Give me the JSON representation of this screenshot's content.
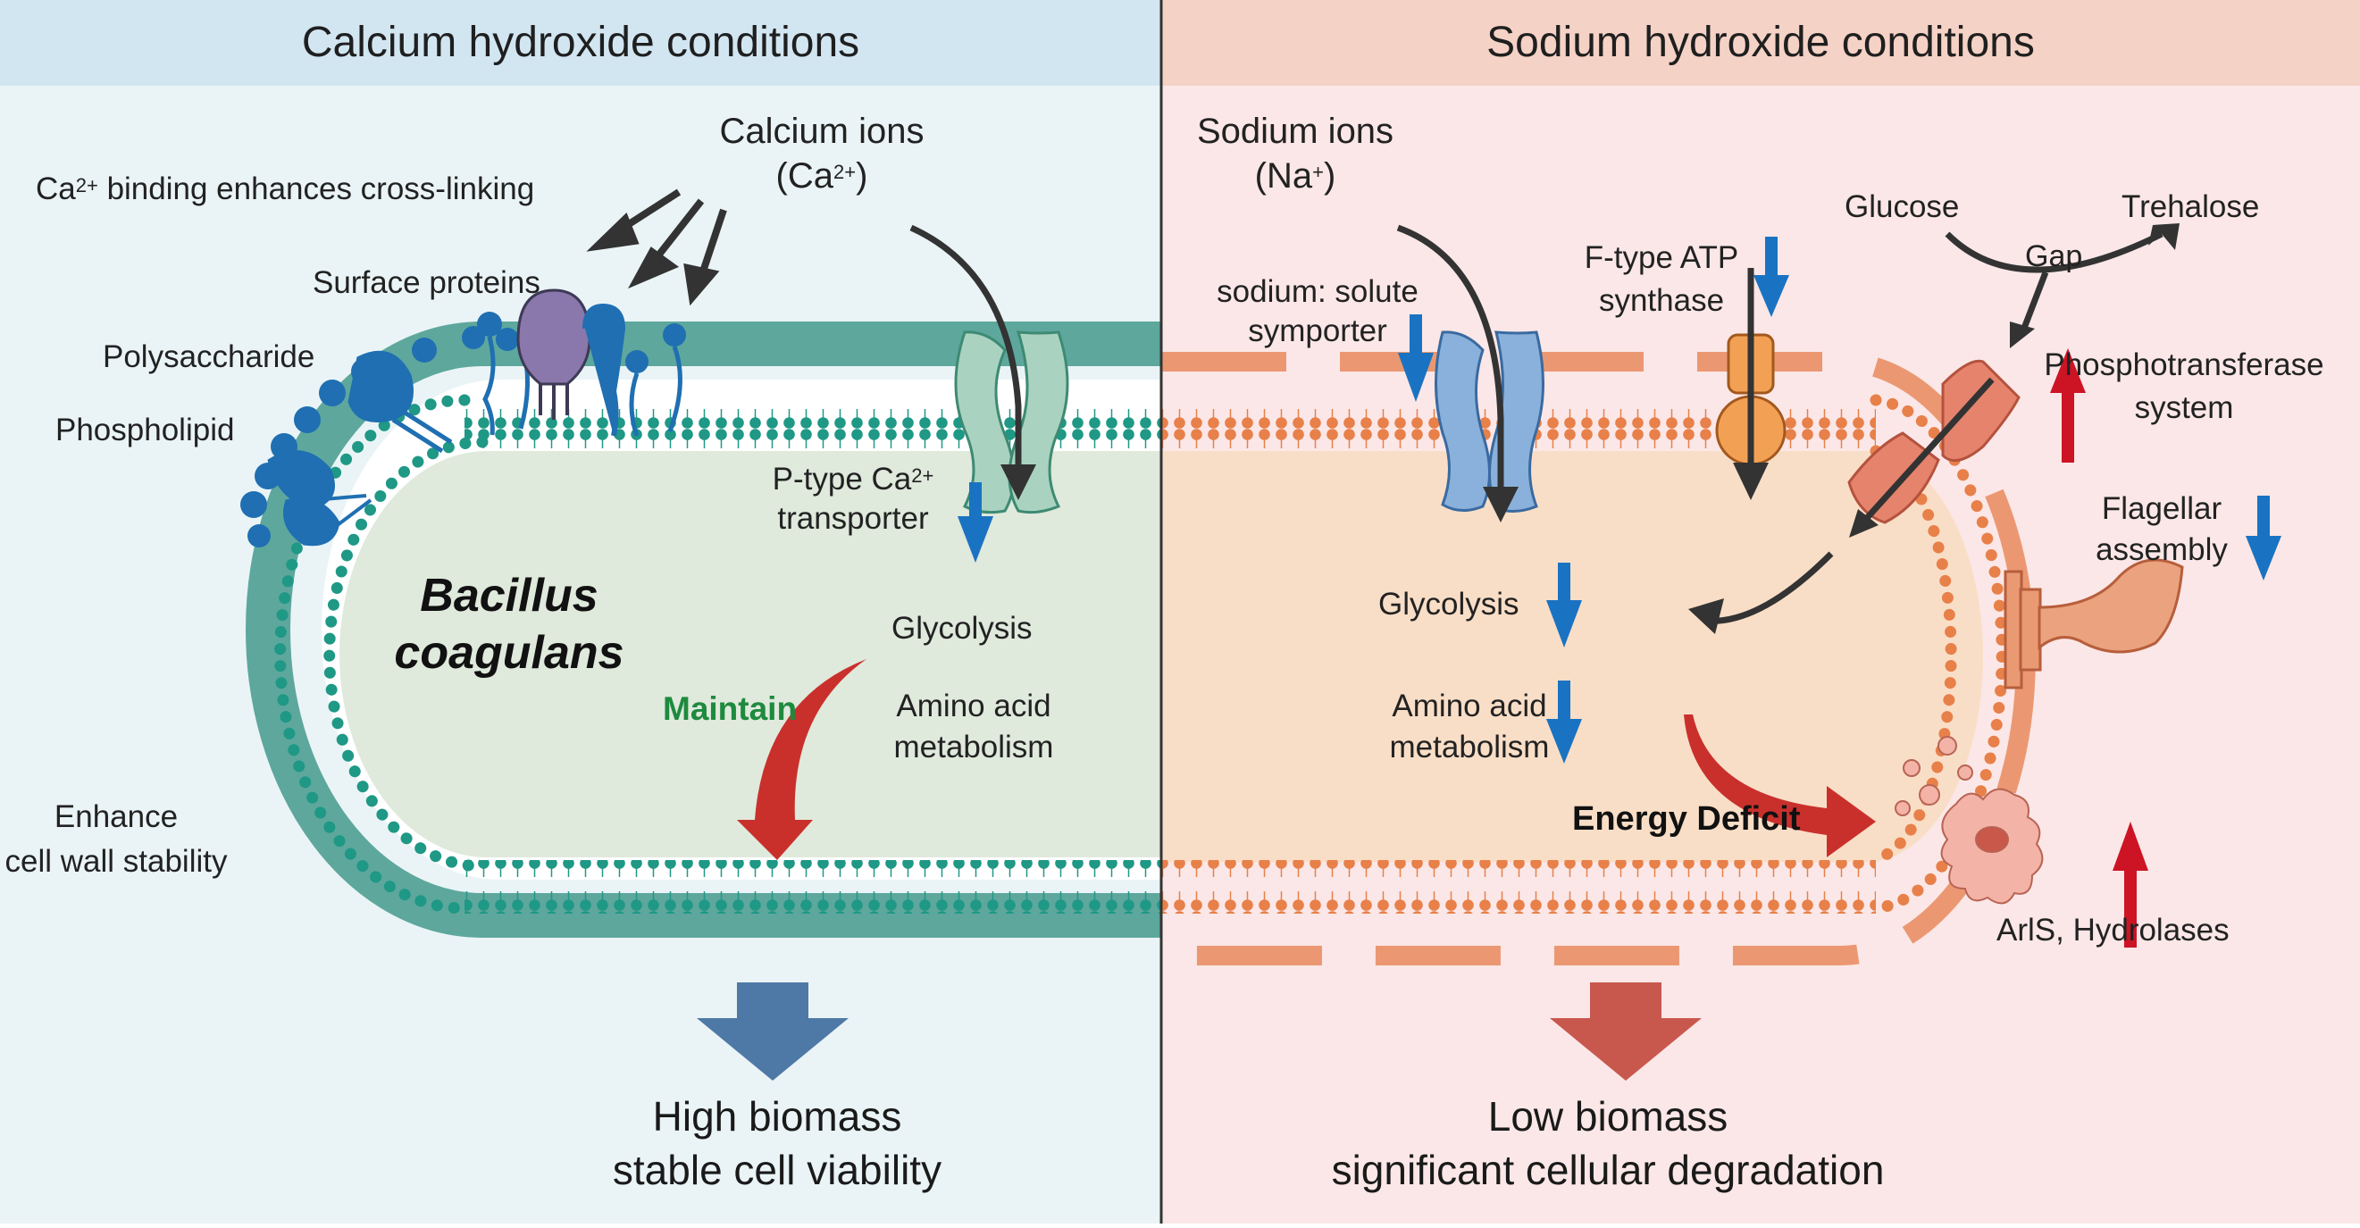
{
  "colors": {
    "left_header_bg": "#d2e6f2",
    "left_panel_bg": "#eaf4f6",
    "right_header_bg": "#f5d2c6",
    "right_panel_bg": "#fbe7e7",
    "teal_wall": "#5ea79d",
    "teal_bead": "#1f9886",
    "orange_membrane": "#e88a55",
    "blue_protein": "#1f6fb2",
    "purple_protein": "#8a77ac",
    "down_arrow_blue": "#1a73c2",
    "up_arrow_red": "#cc1425",
    "maintain_green": "#1e8a3e",
    "curved_arrow_red": "#c9302c",
    "outcome_blue": "#4e79a7",
    "outcome_red": "#c8584e"
  },
  "left": {
    "header": "Calcium hydroxide conditions",
    "ions_label": "Calcium ions",
    "ion_symbol": "Ca",
    "ion_charge": "2+",
    "binding_ion": "Ca",
    "binding_charge": "2+",
    "binding_text": " binding enhances cross-linking",
    "surface_proteins": "Surface proteins",
    "polysaccharide": "Polysaccharide",
    "phospholipid": "Phospholipid",
    "transporter_line1": "P-type Ca",
    "transporter_charge": "2+",
    "transporter_line2": "transporter",
    "species_line1": "Bacillus",
    "species_line2": "coagulans",
    "glycolysis": "Glycolysis",
    "amino_line1": "Amino acid",
    "amino_line2": "metabolism",
    "maintain": "Maintain",
    "wall_line1": "Enhance",
    "wall_line2": "cell wall stability",
    "outcome_line1": "High biomass",
    "outcome_line2": "stable cell viability"
  },
  "right": {
    "header": "Sodium hydroxide conditions",
    "ions_label": "Sodium ions",
    "ion_symbol": "Na",
    "ion_charge": "+",
    "symporter_line1": "sodium: solute",
    "symporter_line2": "symporter",
    "atp_line1": "F-type ATP",
    "atp_line2": "synthase",
    "glucose": "Glucose",
    "trehalose": "Trehalose",
    "gap": "Gap",
    "pts_line1": "Phosphotransferase",
    "pts_line2": "system",
    "flagellar_line1": "Flagellar",
    "flagellar_line2": "assembly",
    "glycolysis": "Glycolysis",
    "amino_line1": "Amino acid",
    "amino_line2": "metabolism",
    "energy_deficit": "Energy Deficit",
    "arls": "ArlS, Hydrolases",
    "outcome_line1": "Low biomass",
    "outcome_line2": "significant cellular degradation"
  }
}
